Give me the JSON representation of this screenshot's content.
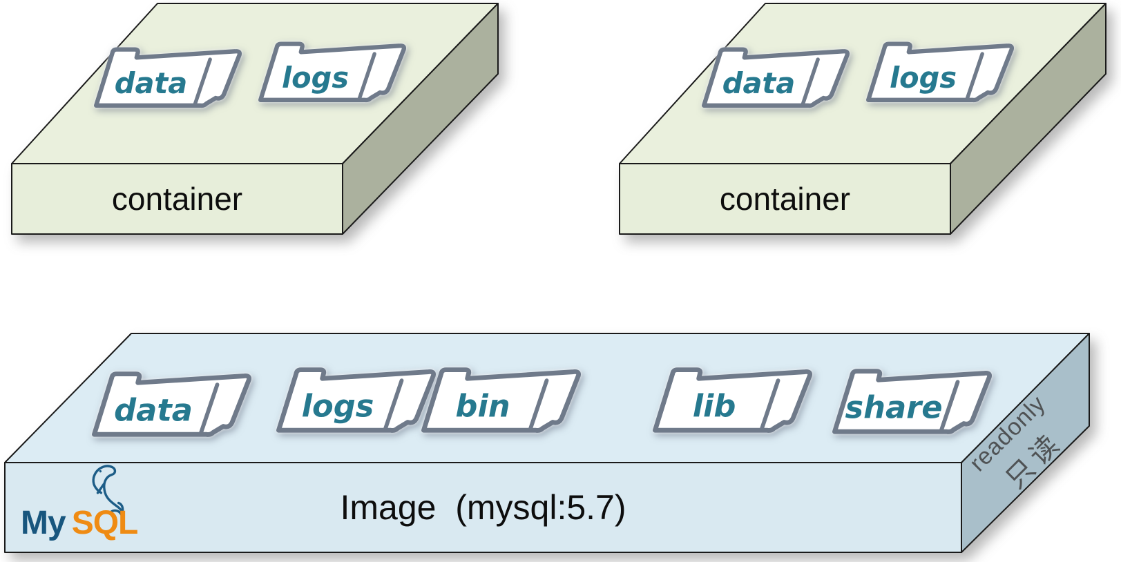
{
  "containers": [
    {
      "label": "container",
      "folders": [
        {
          "name": "data"
        },
        {
          "name": "logs"
        }
      ]
    },
    {
      "label": "container",
      "folders": [
        {
          "name": "data"
        },
        {
          "name": "logs"
        }
      ]
    }
  ],
  "image_box": {
    "label": "Image  (mysql:5.7)",
    "folders": [
      {
        "name": "data"
      },
      {
        "name": "logs"
      },
      {
        "name": "bin"
      },
      {
        "name": "lib"
      },
      {
        "name": "share"
      }
    ],
    "readonly_en": "readonly",
    "readonly_zh": "只读",
    "logo_my": "My",
    "logo_sql": "SQL"
  },
  "colors": {
    "container_top": "#eaf0dd",
    "container_front": "#e7eeda",
    "container_side": "#abb19e",
    "image_top": "#dcecf4",
    "image_front": "#d9e9f1",
    "image_side": "#a9bfca",
    "outline": "#1a1a1a",
    "folder_stroke": "#6f7a8a",
    "folder_label": "#26798f",
    "readonly_text": "#4f5254",
    "mysql_blue": "#18567e",
    "mysql_orange": "#ef8b13"
  }
}
